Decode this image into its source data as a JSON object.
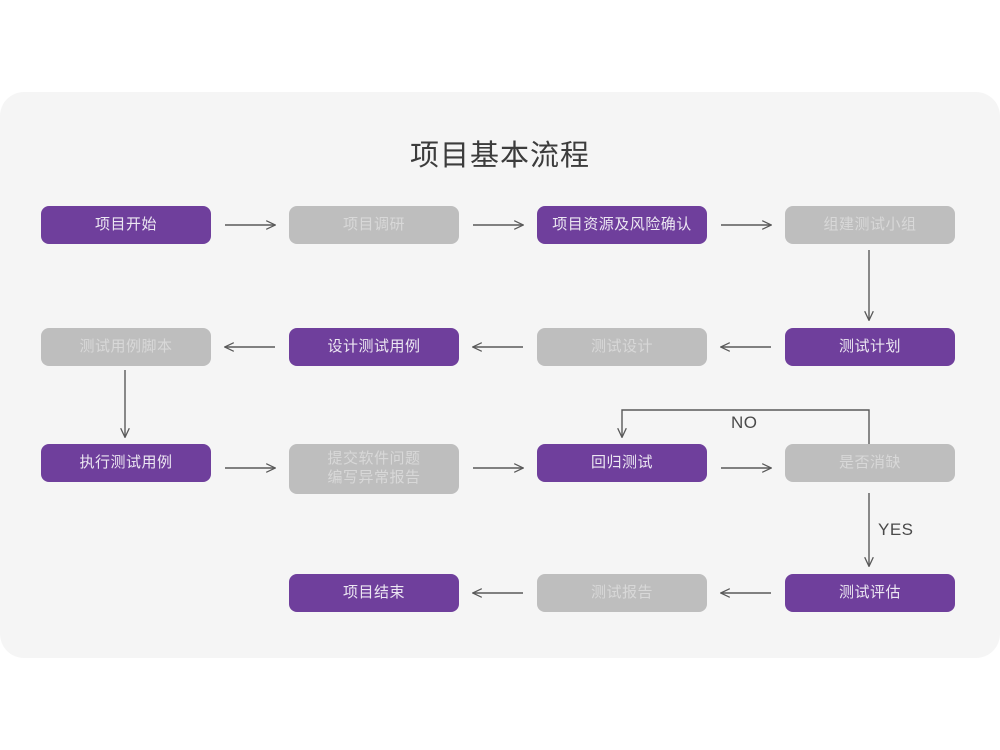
{
  "page": {
    "title": "项目基本流程",
    "card_bg": "#f5f5f5",
    "page_bg": "#ffffff",
    "accent_purple": "#6f3f9c",
    "muted_gray": "#bebebe",
    "connector_color": "#595959"
  },
  "flow": {
    "rows": [
      {
        "direction": "right",
        "nodes": [
          {
            "label": "项目开始",
            "style": "purple"
          },
          {
            "label": "项目调研",
            "style": "gray"
          },
          {
            "label": "项目资源及风险确认",
            "style": "purple"
          },
          {
            "label": "组建测试小组",
            "style": "gray"
          }
        ]
      },
      {
        "direction": "left",
        "nodes": [
          {
            "label": "测试用例脚本",
            "style": "gray"
          },
          {
            "label": "设计测试用例",
            "style": "purple"
          },
          {
            "label": "测试设计",
            "style": "gray"
          },
          {
            "label": "测试计划",
            "style": "purple"
          }
        ]
      },
      {
        "direction": "right",
        "nodes": [
          {
            "label": "执行测试用例",
            "style": "purple"
          },
          {
            "label": "提交软件问题\n编写异常报告",
            "style": "gray"
          },
          {
            "label": "回归测试",
            "style": "purple"
          },
          {
            "label": "是否消缺",
            "style": "gray"
          }
        ]
      },
      {
        "direction": "left",
        "nodes": [
          {
            "label": "项目结束",
            "style": "purple"
          },
          {
            "label": "测试报告",
            "style": "gray"
          },
          {
            "label": "测试评估",
            "style": "purple"
          }
        ]
      }
    ],
    "branch_labels": {
      "no": "NO",
      "yes": "YES"
    }
  }
}
